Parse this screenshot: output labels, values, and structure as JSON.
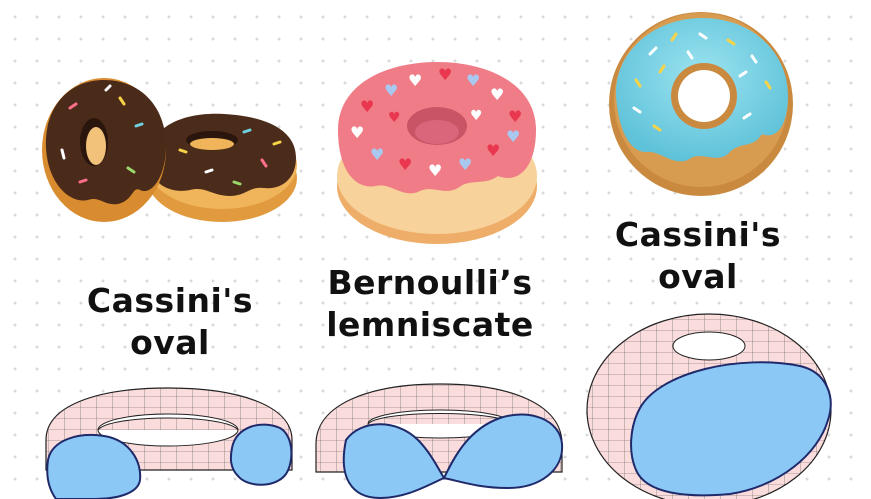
{
  "captions": {
    "left": {
      "line1": "Cassini's",
      "line2": "oval"
    },
    "middle": {
      "line1": "Bernoulli’s",
      "line2": "lemniscate"
    },
    "right": {
      "line1": "Cassini's",
      "line2": "oval"
    }
  },
  "illustrations": {
    "left_donuts": {
      "icon": "chocolate-donuts-illustration",
      "frosting": "#4a2b1a",
      "dough": "#d68b2f"
    },
    "middle_donut": {
      "icon": "strawberry-heart-donut-illustration",
      "frosting": "#ef7c86",
      "hearts": [
        "#e8374e",
        "#ffffff",
        "#a9c8ef"
      ]
    },
    "right_donut": {
      "icon": "blue-glazed-donut-illustration",
      "frosting": "#7fd3e4",
      "dough": "#c98a3f"
    },
    "surfaces": {
      "mesh": "#fbdede",
      "section": "#8cc8f6",
      "outline": "#1f2a6b"
    }
  }
}
